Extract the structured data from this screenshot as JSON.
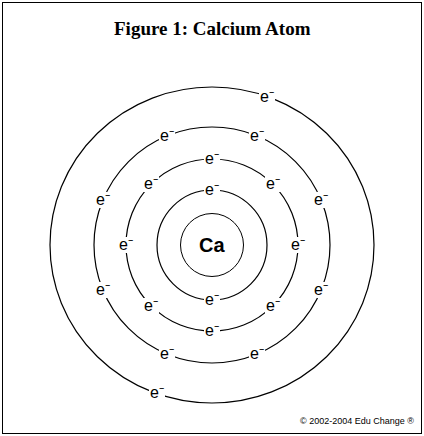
{
  "diagram": {
    "title": "Figure 1: Calcium Atom",
    "nodes": [
      {
        "text": [
          "Ca"
        ]
      }
    ],
    "labels": [
      "e⁻",
      "e⁻",
      "e⁻",
      "e⁻",
      "e⁻",
      "e⁻",
      "e⁻",
      "e⁻",
      "e⁻",
      "e⁻",
      "e⁻",
      "e⁻",
      "e⁻",
      "e⁻",
      "e⁻",
      "e⁻",
      "e⁻",
      "e⁻",
      "e⁻",
      "e⁻",
      "© 2002-2004 Edu Change ®"
    ]
  }
}
